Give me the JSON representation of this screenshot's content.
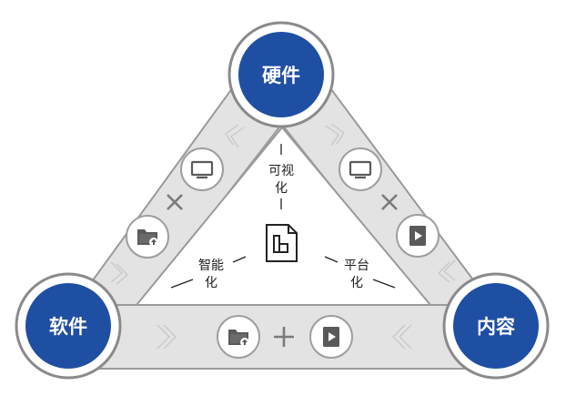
{
  "nodes": {
    "top": {
      "label": "硬件"
    },
    "left": {
      "label": "软件"
    },
    "right": {
      "label": "内容"
    }
  },
  "center_labels": {
    "top": [
      "可视",
      "化"
    ],
    "left": [
      "智能",
      "化"
    ],
    "right": [
      "平台",
      "化"
    ]
  },
  "colors": {
    "node_fill": "#1f4fa3",
    "node_ring": "#8a8a8a",
    "band_fill": "#e3e3e3",
    "band_stroke": "#9a9a9a",
    "icon_stroke": "#9e9e9e",
    "icon_dark": "#5a5a5a"
  },
  "icons": {
    "left_band": [
      "monitor-icon",
      "cross-icon",
      "folder-upload-icon"
    ],
    "right_band": [
      "monitor-icon",
      "cross-icon",
      "play-icon"
    ],
    "bottom_band": [
      "folder-upload-icon",
      "plus-icon",
      "play-icon"
    ],
    "center": "document-icon"
  }
}
